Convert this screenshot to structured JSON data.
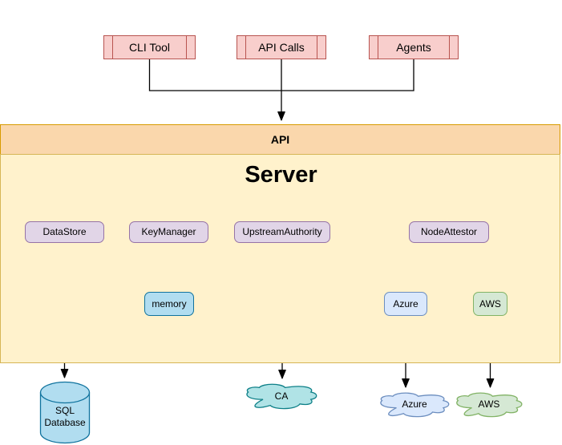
{
  "diagram": {
    "clients": [
      {
        "label": "CLI Tool"
      },
      {
        "label": "API Calls"
      },
      {
        "label": "Agents"
      }
    ],
    "api_bar": {
      "label": "API"
    },
    "server": {
      "title": "Server",
      "plugins": [
        {
          "label": "DataStore"
        },
        {
          "label": "KeyManager"
        },
        {
          "label": "UpstreamAuthority"
        },
        {
          "label": "NodeAttestor"
        }
      ],
      "key_manager_impl": {
        "label": "memory"
      },
      "node_attestor_impls": [
        {
          "label": "Azure"
        },
        {
          "label": "AWS"
        }
      ]
    },
    "externals": {
      "sql_database": {
        "line1": "SQL",
        "line2": "Database"
      },
      "ca_cloud": {
        "label": "CA"
      },
      "azure_cloud": {
        "label": "Azure"
      },
      "aws_cloud": {
        "label": "AWS"
      }
    },
    "colors": {
      "client_fill": "#F8CECC",
      "client_stroke": "#B85450",
      "api_fill": "#FAD7AC",
      "api_stroke": "#D79B00",
      "server_fill": "#FFF2CC",
      "server_stroke": "#D6B656",
      "plugin_fill": "#E1D5E7",
      "plugin_stroke": "#9673A6",
      "memory_fill": "#B1DDF0",
      "memory_stroke": "#10739E",
      "azure_fill": "#DAE8FC",
      "azure_stroke": "#6C8EBF",
      "aws_fill": "#D5E8D4",
      "aws_stroke": "#82B366",
      "database_fill": "#B1DDF0",
      "database_stroke": "#10739E",
      "ca_fill": "#B0E3E6",
      "ca_stroke": "#0E8088",
      "connector": "#000000"
    }
  }
}
